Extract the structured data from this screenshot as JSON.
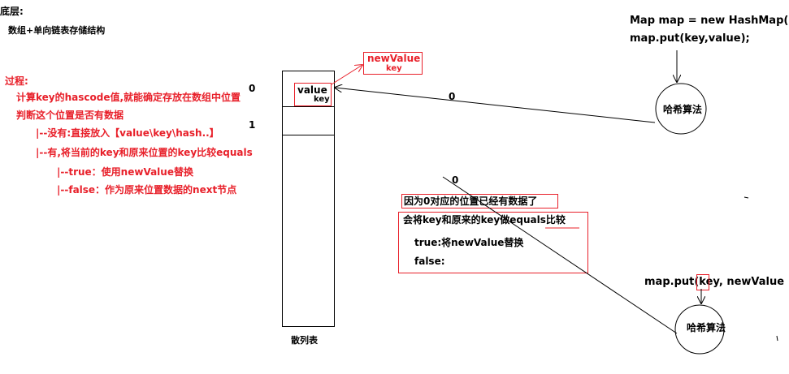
{
  "colors": {
    "red": "#e8202a",
    "black": "#000000"
  },
  "header": {
    "title": "底层:",
    "subtitle": "数组+单向链表存储结构"
  },
  "code_top": {
    "line1": "Map  map = new HashMap();",
    "line2": "map.put(key,value);"
  },
  "process": {
    "title": "过程:",
    "lines": [
      "计算key的hascode值,就能确定存放在数组中位置",
      "判断这个位置是否有数据",
      "|--没有:直接放入【value\\key\\hash..】",
      "|--有,将当前的key和原来位置的key比较equals",
      "|--true：使用newValue替换",
      "|--false：作为原来位置数据的next节点"
    ]
  },
  "array": {
    "index0": "0",
    "index1": "1",
    "label": "散列表",
    "cell_value": "value",
    "cell_key": "key"
  },
  "new_entry": {
    "value": "newValue",
    "key": "key"
  },
  "hash_top": {
    "label": "哈希算法",
    "arrow_label": "0"
  },
  "hash_bottom": {
    "label": "哈希算法",
    "arrow_label": "0"
  },
  "code_bottom": {
    "line": "map.put(key, newValue"
  },
  "collision": {
    "line1": "因为0对应的位置已经有数据了",
    "line2": "会将key和原来的key做equals比较",
    "line3": "true:将newValue替换",
    "line4": "false:"
  }
}
